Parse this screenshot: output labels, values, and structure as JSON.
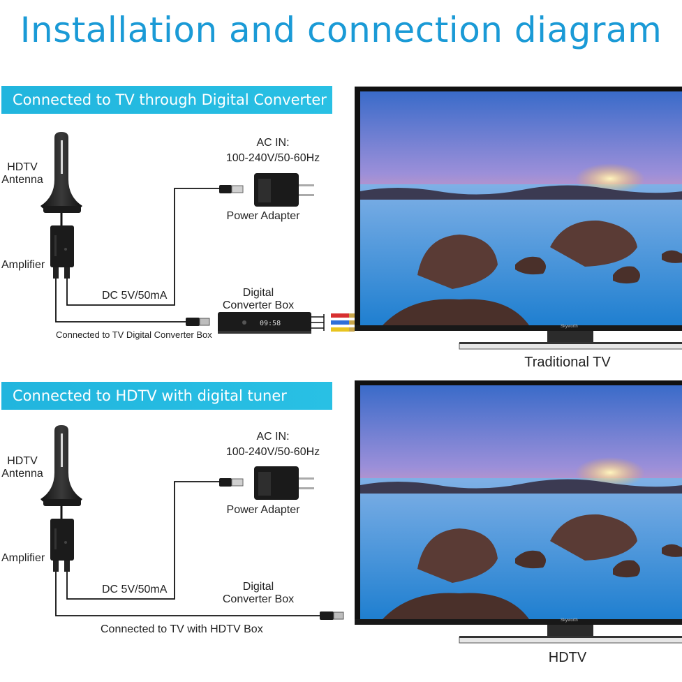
{
  "title": "Installation and connection diagram",
  "section1": {
    "banner": "Connected to TV through Digital Converter Box",
    "antenna_label_line1": "HDTV",
    "antenna_label_line2": "Antenna",
    "amplifier_label": "Amplifier",
    "ac_in_line1": "AC IN:",
    "ac_in_line2": "100-240V/50-60Hz",
    "power_adapter": "Power Adapter",
    "dc_label": "DC 5V/50mA",
    "converter_line1": "Digital",
    "converter_line2": "Converter Box",
    "cable_label": "Connected to TV Digital Converter Box",
    "box_display": "09:58",
    "tv_caption": "Traditional TV",
    "tv_brand": "Skyworth"
  },
  "section2": {
    "banner": "Connected to HDTV with digital tuner inbuilt",
    "antenna_label_line1": "HDTV",
    "antenna_label_line2": "Antenna",
    "amplifier_label": "Amplifier",
    "ac_in_line1": "AC IN:",
    "ac_in_line2": "100-240V/50-60Hz",
    "power_adapter": "Power Adapter",
    "dc_label": "DC 5V/50mA",
    "converter_line1": "Digital",
    "converter_line2": "Converter Box",
    "cable_label": "Connected to TV with HDTV Box",
    "tv_caption": "HDTV",
    "tv_brand": "Skyworth"
  },
  "colors": {
    "title": "#1a9ad6",
    "banner": "#21b5de",
    "device": "#1b1b1b"
  }
}
